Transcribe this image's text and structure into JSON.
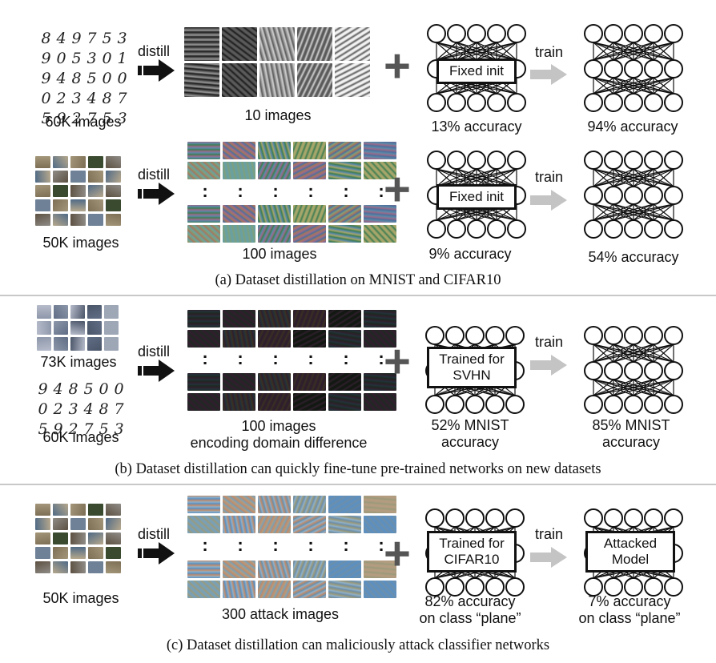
{
  "panel_a": {
    "row1": {
      "digits": [
        "8",
        "4",
        "9",
        "7",
        "5",
        "3",
        "9",
        "0",
        "5",
        "3",
        "0",
        "1",
        "9",
        "4",
        "8",
        "5",
        "0",
        "0",
        "0",
        "2",
        "3",
        "4",
        "8",
        "7",
        "5",
        "9",
        "2",
        "7",
        "5",
        "3"
      ],
      "source_label": "60K images",
      "distill_label": "distill",
      "distilled_label": "10 images",
      "network_box": "Fixed init",
      "before_accuracy": "13% accuracy",
      "train_label": "train",
      "after_accuracy": "94% accuracy"
    },
    "row2": {
      "source_label": "50K images",
      "distill_label": "distill",
      "distilled_label": "100 images",
      "network_box": "Fixed init",
      "before_accuracy": "9% accuracy",
      "train_label": "train",
      "after_accuracy": "54% accuracy"
    },
    "caption": "(a) Dataset distillation on MNIST and CIFAR10"
  },
  "panel_b": {
    "source_label_1": "73K images",
    "digits": [
      "9",
      "4",
      "8",
      "5",
      "0",
      "0",
      "0",
      "2",
      "3",
      "4",
      "8",
      "7",
      "5",
      "9",
      "2",
      "7",
      "5",
      "3"
    ],
    "source_label_2": "60K images",
    "distill_label": "distill",
    "distilled_label_1": "100 images",
    "distilled_label_2": "encoding domain difference",
    "network_box_1": "Trained for",
    "network_box_2": "SVHN",
    "before_accuracy_1": "52% MNIST",
    "before_accuracy_2": "accuracy",
    "train_label": "train",
    "after_accuracy_1": "85% MNIST",
    "after_accuracy_2": "accuracy",
    "caption": "(b) Dataset distillation can quickly fine-tune pre-trained networks on new datasets"
  },
  "panel_c": {
    "source_label": "50K images",
    "distill_label": "distill",
    "distilled_label": "300 attack images",
    "network_box_1": "Trained for",
    "network_box_2": "CIFAR10",
    "before_accuracy_1": "82% accuracy",
    "before_accuracy_2": "on class “plane”",
    "train_label": "train",
    "attacked_box_1": "Attacked",
    "attacked_box_2": "Model",
    "after_accuracy_1": "7% accuracy",
    "after_accuracy_2": "on class “plane”",
    "caption": "(c) Dataset distillation can maliciously attack classifier networks"
  },
  "palettes": {
    "mnist_distilled": [
      "#1a1a1a",
      "#5a5a5a",
      "#9a9a9a",
      "#d2d2d2",
      "#f2f2f2"
    ],
    "cifar_photo": [
      "#7d6f55",
      "#4f6a86",
      "#a39679",
      "#3a4a2f",
      "#8f8c87",
      "#b7a88c",
      "#5d5142",
      "#6f8197"
    ],
    "cifar_distilled": [
      "#3f7d52",
      "#9a6a8a",
      "#5a89a8",
      "#a6a66a",
      "#7fa07a",
      "#4e6f9c",
      "#a8765a",
      "#6aa0a0"
    ],
    "svhn_photo": [
      "#8d97aa",
      "#5f6d85",
      "#b7bccb",
      "#4a5568",
      "#9ea7b6"
    ],
    "svhn_distilled": [
      "#1d2a22",
      "#2f1f2c",
      "#22323a",
      "#3a3122",
      "#121812"
    ],
    "attack_distilled": [
      "#5d8fbf",
      "#c08b6a",
      "#8fb0c9",
      "#9a9a7a",
      "#6e8fa8",
      "#b39c80",
      "#7aa0b5"
    ],
    "train_arrow": "#c4c4c4",
    "plus": "#555555"
  },
  "icons": [
    "distill-arrow-icon",
    "train-arrow-icon",
    "plus-icon",
    "neural-network-icon"
  ]
}
